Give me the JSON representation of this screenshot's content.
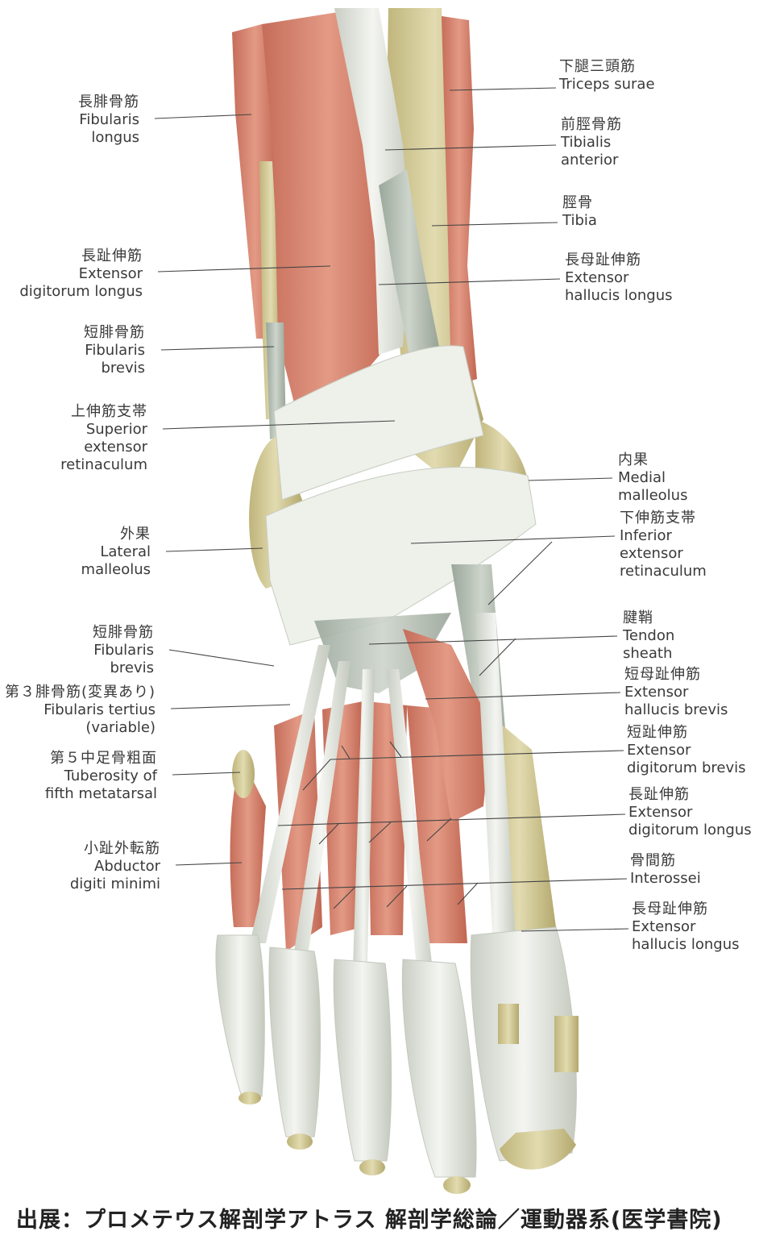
{
  "labels": {
    "l1": {
      "jp": "長腓骨筋",
      "en": [
        "Fibularis",
        "longus"
      ]
    },
    "l2": {
      "jp": "長趾伸筋",
      "en": [
        "Extensor",
        "digitorum longus"
      ]
    },
    "l3": {
      "jp": "短腓骨筋",
      "en": [
        "Fibularis",
        "brevis"
      ]
    },
    "l4": {
      "jp": "上伸筋支帯",
      "en": [
        "Superior",
        "extensor",
        "retinaculum"
      ]
    },
    "l5": {
      "jp": "外果",
      "en": [
        "Lateral",
        "malleolus"
      ]
    },
    "l6": {
      "jp": "短腓骨筋",
      "en": [
        "Fibularis",
        "brevis"
      ]
    },
    "l7": {
      "jp": "第３腓骨筋(変異あり)",
      "en": [
        "Fibularis tertius",
        "(variable)"
      ]
    },
    "l8": {
      "jp": "第５中足骨粗面",
      "en": [
        "Tuberosity of",
        "fifth metatarsal"
      ]
    },
    "l9": {
      "jp": "小趾外転筋",
      "en": [
        "Abductor",
        "digiti minimi"
      ]
    },
    "r1": {
      "jp": "下腿三頭筋",
      "en": [
        "Triceps surae"
      ]
    },
    "r2": {
      "jp": "前脛骨筋",
      "en": [
        "Tibialis",
        "anterior"
      ]
    },
    "r3": {
      "jp": "脛骨",
      "en": [
        "Tibia"
      ]
    },
    "r4": {
      "jp": "長母趾伸筋",
      "en": [
        "Extensor",
        "hallucis longus"
      ]
    },
    "r5": {
      "jp": "内果",
      "en": [
        "Medial",
        "malleolus"
      ]
    },
    "r6": {
      "jp": "下伸筋支帯",
      "en": [
        "Inferior",
        "extensor",
        "retinaculum"
      ]
    },
    "r7": {
      "jp": "腱鞘",
      "en": [
        "Tendon",
        "sheath"
      ]
    },
    "r8": {
      "jp": "短母趾伸筋",
      "en": [
        "Extensor",
        "hallucis brevis"
      ]
    },
    "r9": {
      "jp": "短趾伸筋",
      "en": [
        "Extensor",
        "digitorum brevis"
      ]
    },
    "r10": {
      "jp": "長趾伸筋",
      "en": [
        "Extensor",
        "digitorum longus"
      ]
    },
    "r11": {
      "jp": "骨間筋",
      "en": [
        "Interossei"
      ]
    },
    "r12": {
      "jp": "長母趾伸筋",
      "en": [
        "Extensor",
        "hallucis longus"
      ]
    }
  },
  "caption": "出展：プロメテウス解剖学アトラス 解剖学総論／運動器系(医学書院)",
  "colors": {
    "muscle": "#d98a76",
    "muscle_dark": "#b9604f",
    "tendon": "#e9ebe4",
    "tendon_shadow": "#b9bfb3",
    "bone": "#d8cf9c",
    "bone_dark": "#a79c63",
    "leader": "#444444"
  }
}
